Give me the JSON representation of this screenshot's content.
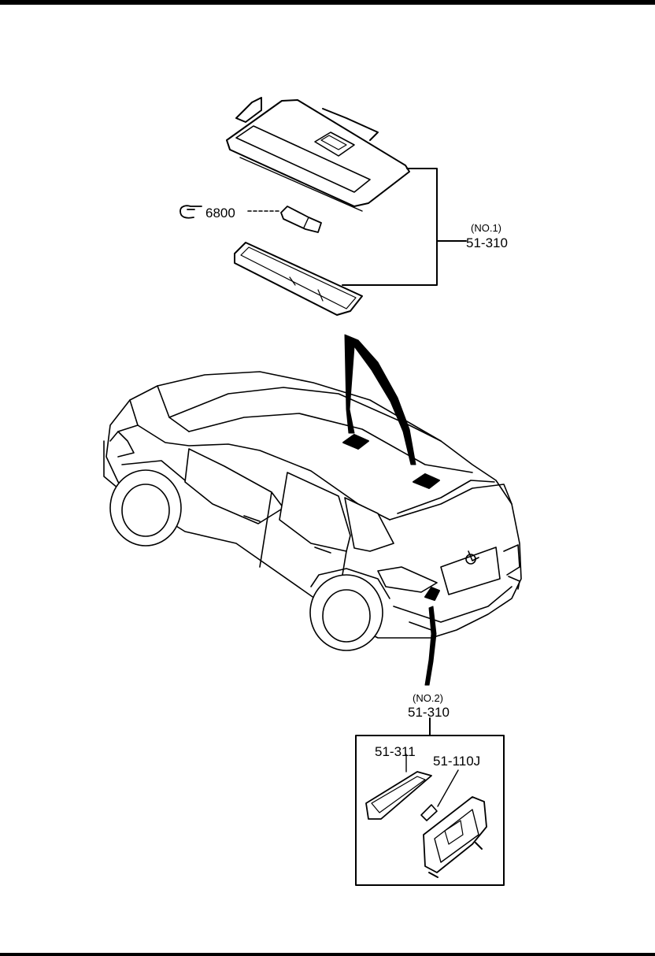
{
  "callouts": {
    "ref_number": "6800",
    "no1_qualifier": "(NO.1)",
    "no1_part": "51-310",
    "no2_qualifier": "(NO.2)",
    "no2_part": "51-310",
    "lens_part": "51-311",
    "bulb_part": "51-110J"
  },
  "icons": {
    "reference": "pointing-hand-icon"
  }
}
